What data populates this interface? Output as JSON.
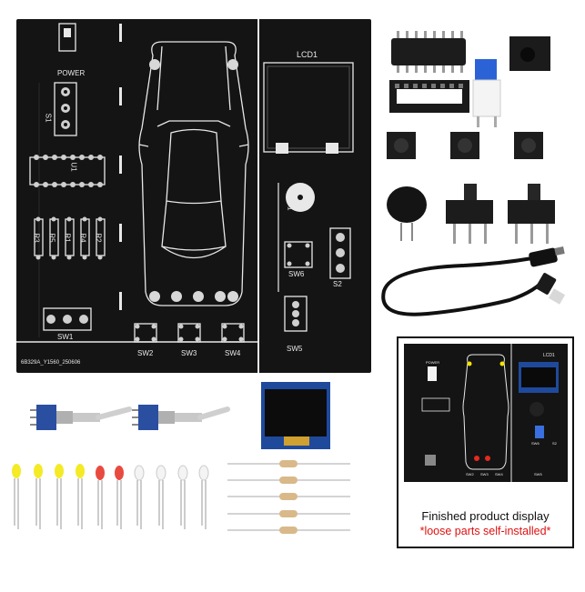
{
  "pcb": {
    "power_label": "POWER",
    "s1_label": "S1",
    "u1_label": "U1",
    "lcd_label": "LCD1",
    "b1_label": "B1",
    "sw6_label": "SW6",
    "s2_label": "S2",
    "sw5_label": "SW5",
    "sw1_label": "SW1",
    "sw2_label": "SW2",
    "sw3_label": "SW3",
    "sw4_label": "SW4",
    "resistor_labels": [
      "R3",
      "R5",
      "R1",
      "R4",
      "R2"
    ],
    "board_id": "6B329A_Y1560_250606"
  },
  "inset": {
    "caption": "Finished product display",
    "note": "*loose parts self-installed*",
    "lcd_label": "LCD1",
    "power_label": "POWER",
    "sw_labels": [
      "SW2",
      "SW3",
      "SW4",
      "SW5",
      "SW6",
      "S2"
    ]
  },
  "colors": {
    "pcb": "#141414",
    "silkscreen": "#e8e8e8",
    "note_red": "#e01010",
    "led_yellow": "#f2e600",
    "led_red": "#e52a1e",
    "led_white": "#f4f4f4",
    "toggle_blue": "#2a4fa0",
    "oled_blue": "#1f4a9c"
  }
}
